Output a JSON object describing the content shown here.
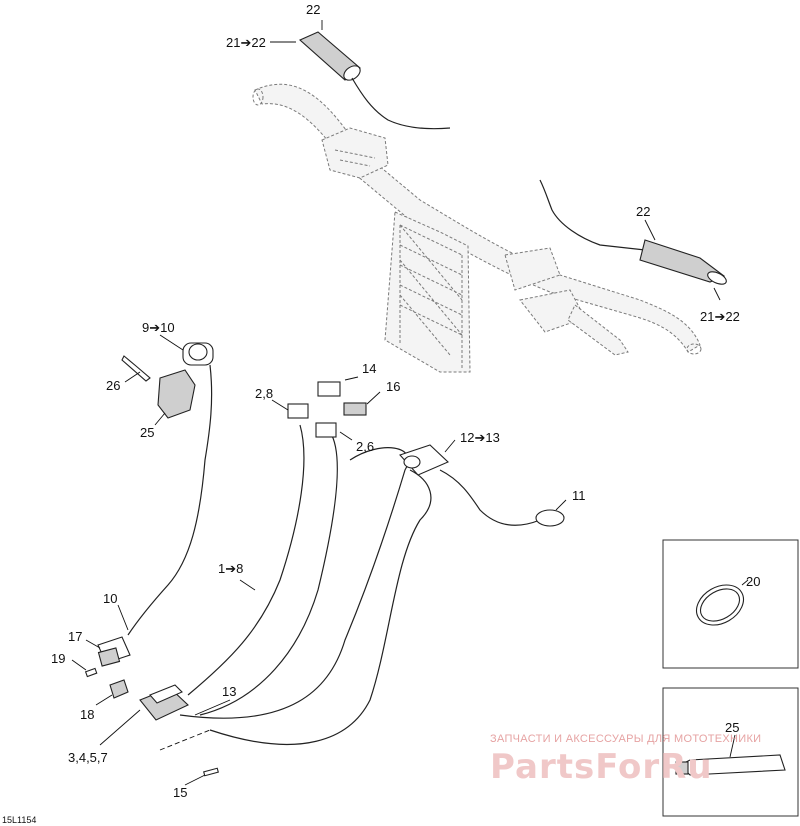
{
  "diagram_code": "15L1154",
  "watermark": {
    "caption": "ЗАПЧАСТИ И АКСЕССУАРЫ ДЛЯ МОТОТЕХНИКИ",
    "brand": "PartsForRu"
  },
  "callouts": {
    "c22_top": "22",
    "c21_22_top": "21➔22",
    "c22_right": "22",
    "c21_22_right": "21➔22",
    "c9_10": "9➔10",
    "c26": "26",
    "c25": "25",
    "c2_8": "2,8",
    "c14": "14",
    "c16": "16",
    "c2_6": "2,6",
    "c12_13": "12➔13",
    "c11": "11",
    "c1_8": "1➔8",
    "c10": "10",
    "c17": "17",
    "c19": "19",
    "c18": "18",
    "c13": "13",
    "c3_4_5_7": "3,4,5,7",
    "c15": "15",
    "c20": "20",
    "c25_inset": "25"
  }
}
